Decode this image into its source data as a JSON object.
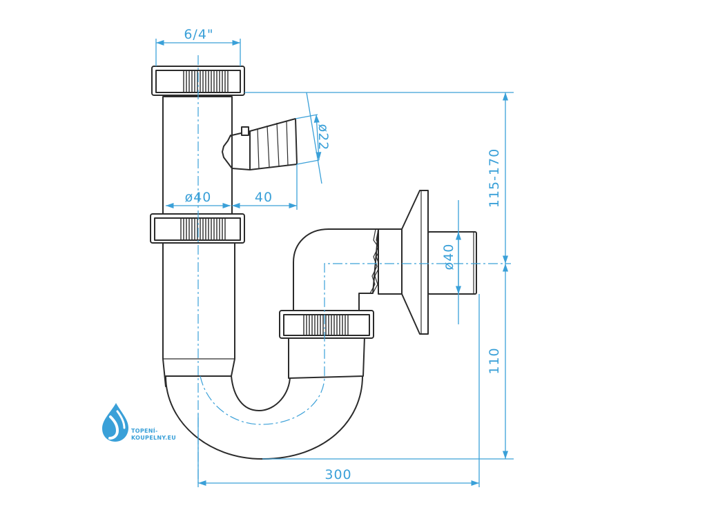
{
  "dimensions": {
    "thread_top": "6/4\"",
    "inlet_diameter": "ø40",
    "side_outlet_length": "40",
    "hose_connector_diameter": "ø22",
    "height_adjustable": "115-170",
    "wall_outlet_diameter": "ø40",
    "height_lower": "110",
    "width_total": "300"
  },
  "logo": {
    "line1": "TOPENÍ-",
    "line2": "KOUPELNY.EU",
    "icon": "water-drops-icon",
    "color": "#3aa0d8"
  },
  "colors": {
    "dimension_lines": "#3aa0d8",
    "outline": "#2b2b2b"
  }
}
